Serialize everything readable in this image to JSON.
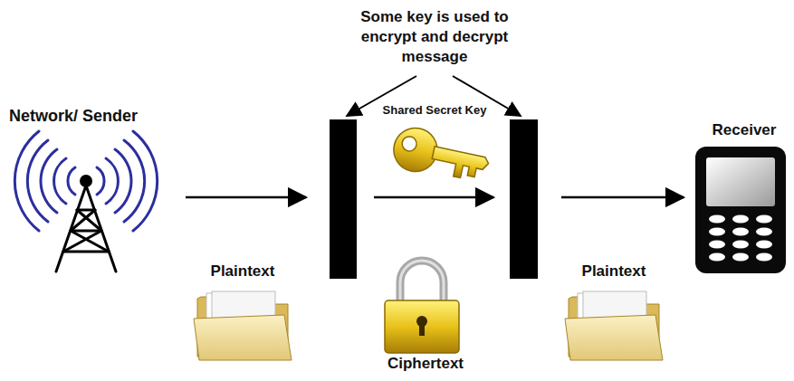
{
  "diagram": {
    "nodes": [
      {
        "text": [
          "Network/ Sender"
        ]
      },
      {
        "text": [
          "Receiver"
        ]
      }
    ],
    "labels": [
      "Some key is used to encrypt and decrypt message",
      "Shared Secret Key",
      "Plaintext",
      "Ciphertext",
      "Plaintext"
    ]
  }
}
